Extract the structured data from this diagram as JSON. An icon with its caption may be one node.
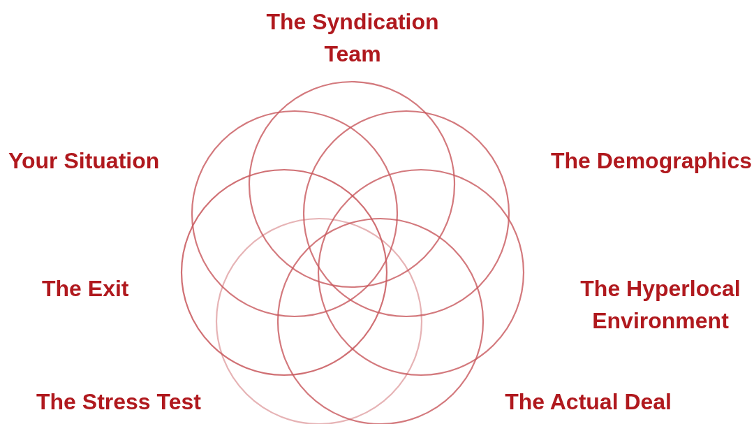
{
  "diagram": {
    "labels": [
      "The Syndication Team",
      "Your Situation",
      "The Demographics",
      "The Exit",
      "The Hyperlocal Environment",
      "The Stress Test",
      "The Actual Deal"
    ]
  }
}
